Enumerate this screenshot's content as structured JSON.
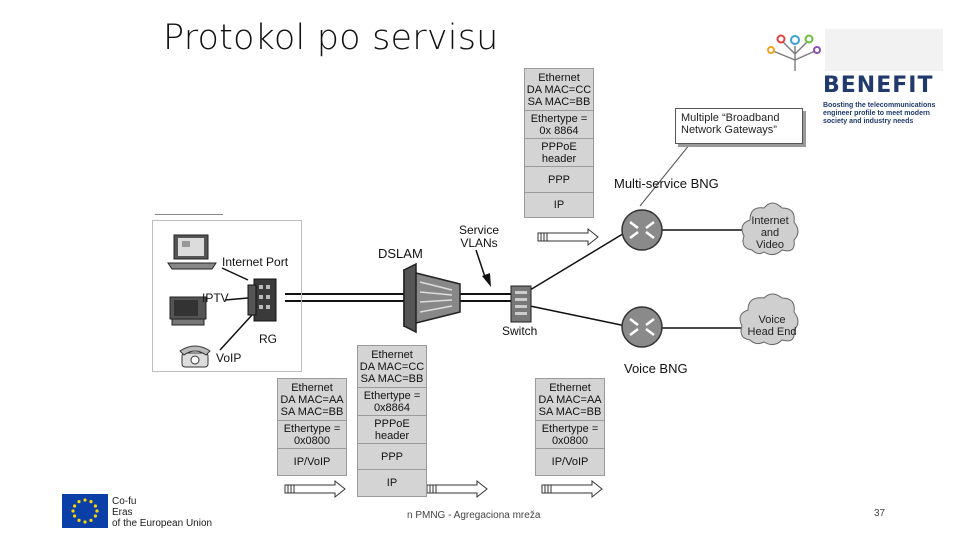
{
  "slide": {
    "title": "Protokol po servisu",
    "footer_center": "n PMNG - Agregaciona mreža",
    "page_number": "37"
  },
  "logo": {
    "name": "BENEFIT",
    "tagline": "Boosting the telecommunications engineer profile to meet modern society and industry needs",
    "color": "#1f3a6b"
  },
  "eu_badge": {
    "text": "Co-fu\nEras\nof the European Union",
    "flag_color": "#0b3fa8",
    "star_color": "#ffd500"
  },
  "diagram": {
    "labels": {
      "internet_port": "Internet Port",
      "iptv": "IPTV",
      "voip": "VoIP",
      "rg": "RG",
      "dslam": "DSLAM",
      "service_vlans": "Service\nVLANs",
      "switch": "Switch",
      "multi_service_bng": "Multi-service BNG",
      "voice_bng": "Voice BNG",
      "callout": "Multiple “Broadband\nNetwork Gateways”",
      "cloud_internet": "Internet\nand\nVideo",
      "cloud_voice": "Voice\nHead End"
    },
    "stacks": {
      "top": [
        "Ethernet\nDA MAC=CC\nSA MAC=BB",
        "Ethertype =\n0x 8864",
        "PPPoE\nheader",
        "PPP",
        "IP"
      ],
      "left": [
        "Ethernet\nDA MAC=AA\nSA MAC=BB",
        "Ethertype =\n0x0800",
        "IP/VoIP"
      ],
      "middle": [
        "Ethernet\nDA MAC=CC\nSA MAC=BB",
        "Ethertype =\n0x8864",
        "PPPoE\nheader",
        "PPP",
        "IP"
      ],
      "right": [
        "Ethernet\nDA MAC=AA\nSA MAC=BB",
        "Ethertype =\n0x0800",
        "IP/VoIP"
      ]
    }
  }
}
